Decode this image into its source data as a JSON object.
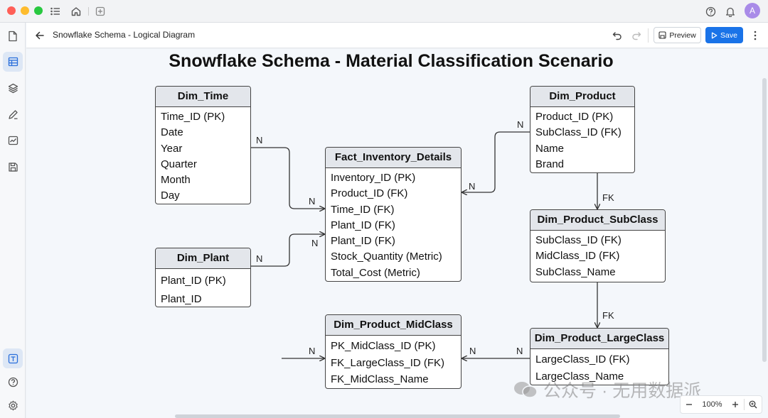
{
  "window": {
    "traffic_lights": [
      "#ff5f57",
      "#febc2e",
      "#28c840"
    ],
    "avatar_letter": "A",
    "avatar_color": "#a98be8"
  },
  "toolbar": {
    "doc_title": "Snowflake Schema - Logical Diagram",
    "preview_label": "Preview",
    "save_label": "Save"
  },
  "diagram": {
    "title": "Snowflake Schema - Material Classification Scenario",
    "tables": [
      {
        "name": "Dim_Time",
        "fields": [
          "Time_ID (PK)",
          "Date",
          "Year",
          "Quarter",
          "Month",
          "Day"
        ]
      },
      {
        "name": "Fact_Inventory_Details",
        "fields": [
          "Inventory_ID (PK)",
          "Product_ID (FK)",
          "Time_ID (FK)",
          "Plant_ID (FK)",
          "Plant_ID (FK)",
          "Stock_Quantity (Metric)",
          "Total_Cost (Metric)"
        ]
      },
      {
        "name": "Dim_Product",
        "fields": [
          "Product_ID (PK)",
          "SubClass_ID (FK)",
          "Name",
          "Brand"
        ]
      },
      {
        "name": "Dim_Plant",
        "fields": [
          "Plant_ID (PK)",
          "Plant_ID"
        ]
      },
      {
        "name": "Dim_Product_SubClass",
        "fields": [
          "SubClass_ID (FK)",
          "MidClass_ID (FK)",
          "SubClass_Name"
        ]
      },
      {
        "name": "Dim_Product_MidClass",
        "fields": [
          "PK_MidClass_ID (PK)",
          "FK_LargeClass_ID (FK)",
          "FK_MidClass_Name"
        ]
      },
      {
        "name": "Dim_Product_LargeClass",
        "fields": [
          "LargeClass_ID (FK)",
          "LargeClass_Name"
        ]
      }
    ],
    "edge_labels": [
      "N",
      "N",
      "N",
      "N",
      "N",
      "N",
      "FK",
      "FK",
      "N",
      "N",
      "N"
    ]
  },
  "watermark": {
    "text": "公众号 · 无用数据派"
  },
  "zoom": {
    "value": "100%"
  }
}
